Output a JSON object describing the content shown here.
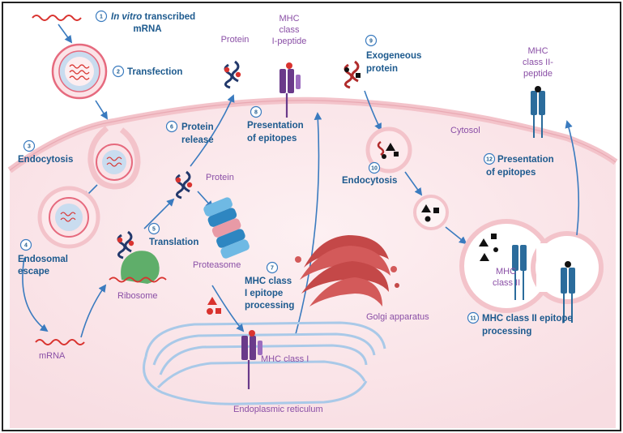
{
  "steps": {
    "s1": {
      "num": "1",
      "italic": "In vitro",
      "rest": " transcribed",
      "line2": "mRNA"
    },
    "s2": {
      "num": "2",
      "line1": "Transfection"
    },
    "s3": {
      "num": "3",
      "line1": "Endocytosis"
    },
    "s4": {
      "num": "4",
      "line1": "Endosomal",
      "line2": "escape"
    },
    "s5": {
      "num": "5",
      "line1": "Translation"
    },
    "s6": {
      "num": "6",
      "line1": "Protein",
      "line2": "release"
    },
    "s7": {
      "num": "7",
      "line1": "MHC class",
      "line2": "I epitope",
      "line3": "processing"
    },
    "s8": {
      "num": "8",
      "line1": "Presentation",
      "line2": "of epitopes"
    },
    "s9": {
      "num": "9",
      "line1": "Exogeneous",
      "line2": "protein"
    },
    "s10": {
      "num": "10",
      "line1": "Endocytosis"
    },
    "s11": {
      "num": "11",
      "line1": "MHC class II epitope",
      "line2": "processing"
    },
    "s12": {
      "num": "12",
      "line1": "Presentation",
      "line2": "of epitopes"
    }
  },
  "labels": {
    "protein_top": "Protein",
    "mhc1_top": {
      "l1": "MHC",
      "l2": "class",
      "l3": "I-peptide"
    },
    "mhc2_top": {
      "l1": "MHC",
      "l2": "class II-",
      "l3": "peptide"
    },
    "cytosol": "Cytosol",
    "protein_mid": "Protein",
    "proteasome": "Proteasome",
    "ribosome": "Ribosome",
    "mrna": "mRNA",
    "golgi": "Golgi apparatus",
    "mhc_class_i": "MHC class I",
    "er": "Endoplasmic reticulum",
    "mhc2_mid": {
      "l1": "MHC",
      "l2": "class II"
    }
  },
  "colors": {
    "cell_fill": "#fbe7ea",
    "membrane": "#f4c9cf",
    "label_blue": "#1d5a8e",
    "label_purple": "#8a4fa6",
    "arrow": "#3a7bbf",
    "er_stroke": "#a9c9e8",
    "mhc1": "#6a3a8a",
    "mhc2": "#2b6c9c",
    "mrna": "#d9332f",
    "golgi": "#c44848"
  }
}
